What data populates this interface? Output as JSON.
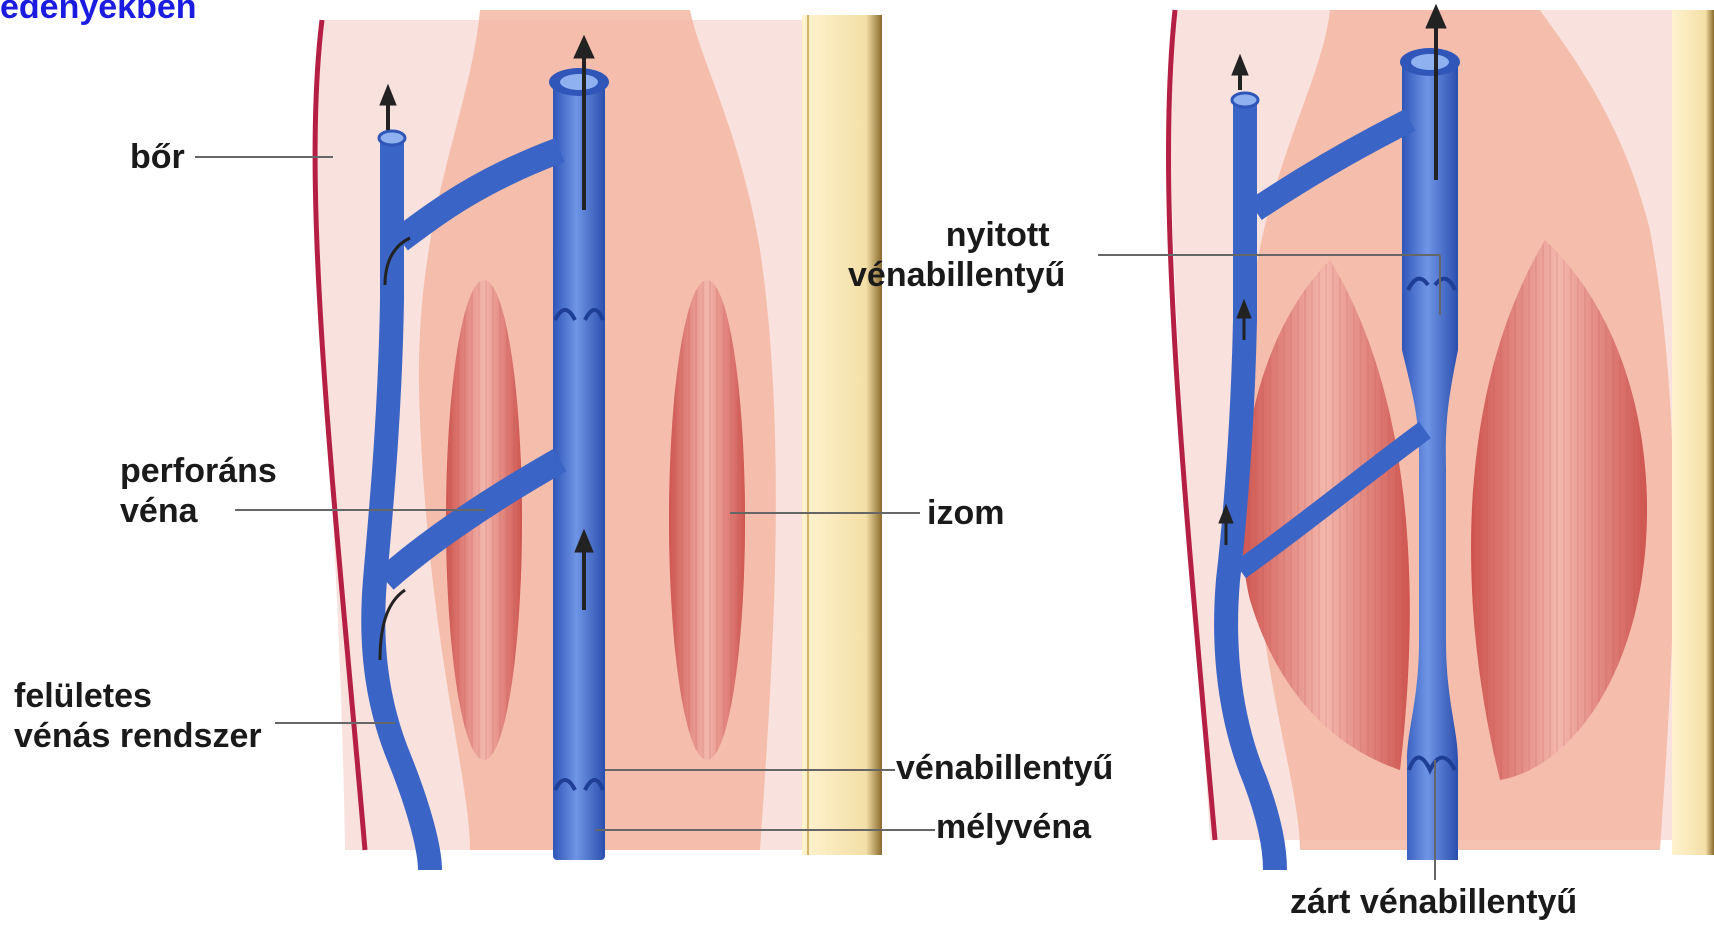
{
  "header": {
    "title_fragment": "edényekben"
  },
  "colors": {
    "vein": "#4f79d6",
    "vein_dark": "#2747a8",
    "vein_light": "#8fb1f0",
    "tissue": "#f8dedb",
    "muscle_outer": "#f4b4a0",
    "muscle": "#d9625c",
    "skin_line": "#b51f43",
    "bone": "#fff0c4",
    "bone_edge": "#8b6a2e",
    "label_line": "#666666",
    "title": "#1c1ce0"
  },
  "icons": [
    "arrow-icon",
    "valve-icon"
  ],
  "labels": {
    "skin": "bőr",
    "perforating_vein": [
      "perforáns",
      "véna"
    ],
    "muscle": "izom",
    "superficial_system": [
      "felületes",
      "vénás rendszer"
    ],
    "valve": "vénabillentyű",
    "deep_vein": "mélyvéna",
    "open_valve": [
      "nyitott",
      "vénabillentyű"
    ],
    "closed_valve": "zárt vénabillentyű"
  }
}
